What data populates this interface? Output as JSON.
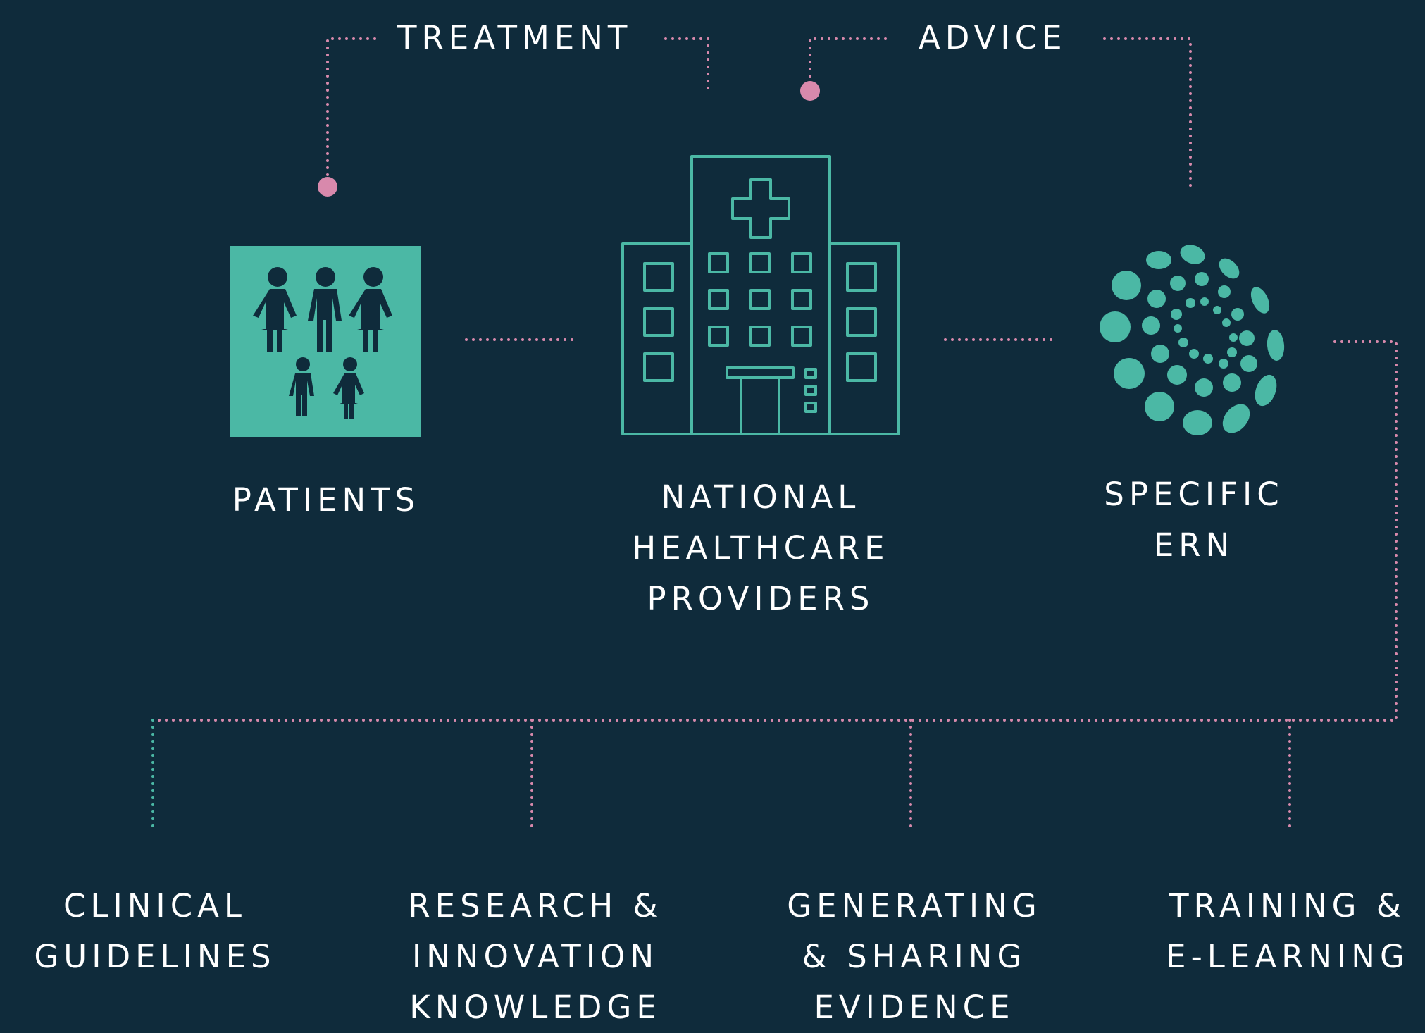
{
  "top_labels": {
    "treatment": "TREATMENT",
    "advice": "ADVICE"
  },
  "nodes": {
    "patients": "PATIENTS",
    "providers": [
      "NATIONAL",
      "HEALTHCARE",
      "PROVIDERS"
    ],
    "ern": [
      "SPECIFIC",
      "ERN"
    ]
  },
  "outputs": [
    [
      "CLINICAL",
      "GUIDELINES"
    ],
    [
      "RESEARCH &",
      "INNOVATION",
      "KNOWLEDGE"
    ],
    [
      "GENERATING",
      "& SHARING",
      "EVIDENCE"
    ],
    [
      "TRAINING &",
      "E-LEARNING"
    ]
  ],
  "colors": {
    "background": "#0f2b3b",
    "teal": "#4bb8a5",
    "pink": "#d889ac",
    "white": "#ffffff"
  },
  "icons": {
    "patients": "family-icon",
    "providers": "hospital-icon",
    "ern": "ern-dot-spiral-icon"
  }
}
